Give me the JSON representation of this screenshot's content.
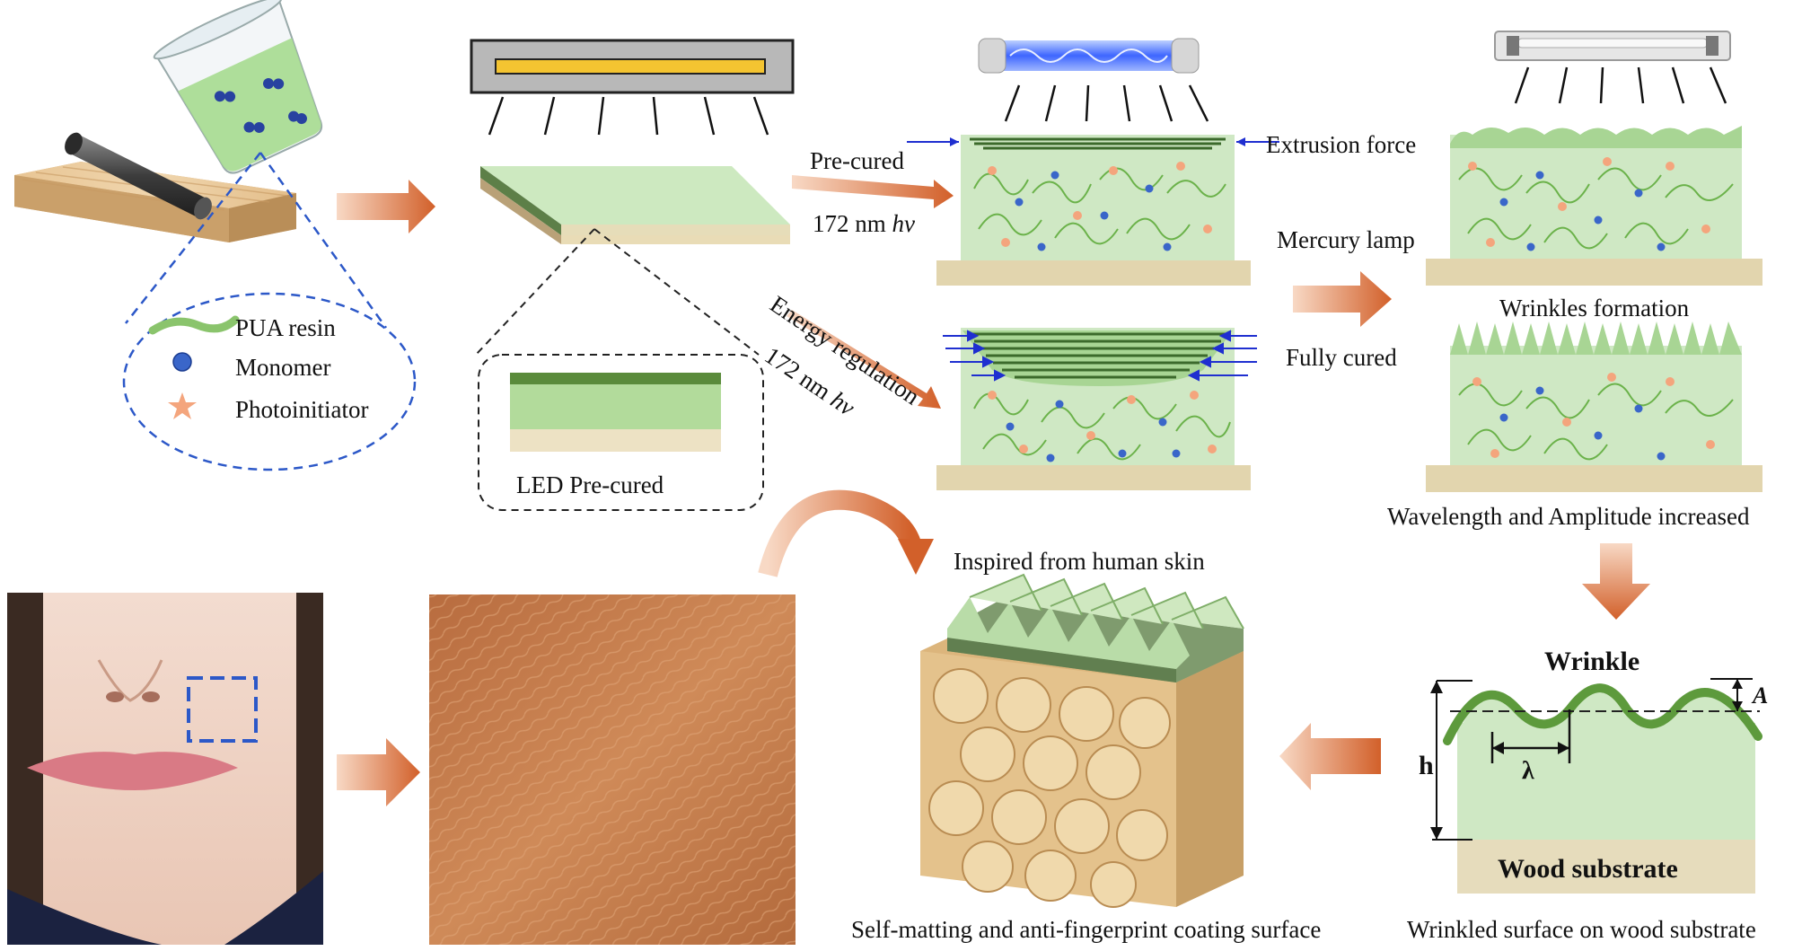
{
  "legend": {
    "pua_resin": "PUA resin",
    "monomer": "Monomer",
    "photoinitiator": "Photoinitiator"
  },
  "labels": {
    "led_pre_cured": "LED Pre-cured",
    "pre_cured": "Pre-cured",
    "wavelength_172_a": "172 nm",
    "wavelength_172_b": "172 nm",
    "hv": "hv",
    "energy_regulation": "Energy regulation",
    "extrusion_force": "Extrusion force",
    "mercury_lamp": "Mercury lamp",
    "fully_cured": "Fully cured",
    "wrinkles_formation": "Wrinkles formation",
    "wavelength_amplitude": "Wavelength and Amplitude increased",
    "inspired": "Inspired from human skin",
    "self_matting": "Self-matting and anti-fingerprint coating surface",
    "wrinkled_surface": "Wrinkled surface on wood substrate",
    "wrinkle": "Wrinkle",
    "wood_substrate": "Wood substrate",
    "sym_a": "A",
    "sym_lambda": "λ",
    "sym_h": "h"
  },
  "colors": {
    "coating": "#cfe8c4",
    "coating_dark": "#5d8f45",
    "wood": "#e6d7b3",
    "arrow": "#d8733f",
    "force_arrow": "#1f2fd0",
    "dash_blue": "#2c58c8",
    "skin": "#c07848"
  }
}
